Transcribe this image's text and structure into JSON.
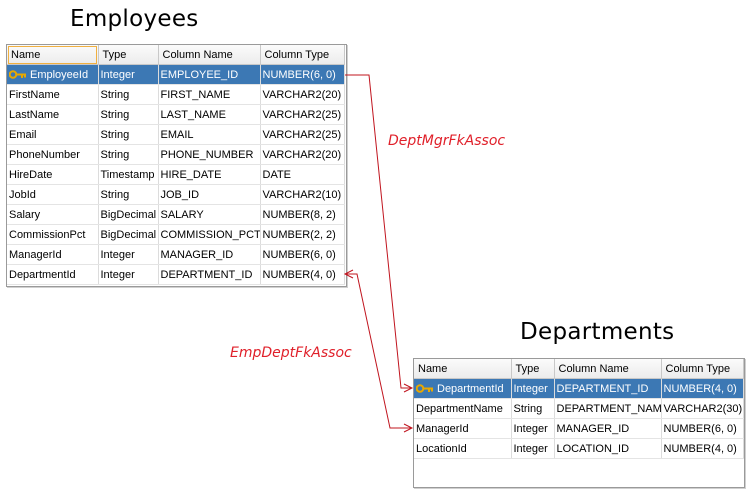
{
  "employees": {
    "title": "Employees",
    "headers": [
      "Name",
      "Type",
      "Column Name",
      "Column Type"
    ],
    "rows": [
      {
        "name": "EmployeeId",
        "type": "Integer",
        "column": "EMPLOYEE_ID",
        "coltype": "NUMBER(6, 0)",
        "key": true
      },
      {
        "name": "FirstName",
        "type": "String",
        "column": "FIRST_NAME",
        "coltype": "VARCHAR2(20)"
      },
      {
        "name": "LastName",
        "type": "String",
        "column": "LAST_NAME",
        "coltype": "VARCHAR2(25)"
      },
      {
        "name": "Email",
        "type": "String",
        "column": "EMAIL",
        "coltype": "VARCHAR2(25)"
      },
      {
        "name": "PhoneNumber",
        "type": "String",
        "column": "PHONE_NUMBER",
        "coltype": "VARCHAR2(20)"
      },
      {
        "name": "HireDate",
        "type": "Timestamp",
        "column": "HIRE_DATE",
        "coltype": "DATE"
      },
      {
        "name": "JobId",
        "type": "String",
        "column": "JOB_ID",
        "coltype": "VARCHAR2(10)"
      },
      {
        "name": "Salary",
        "type": "BigDecimal",
        "column": "SALARY",
        "coltype": "NUMBER(8, 2)"
      },
      {
        "name": "CommissionPct",
        "type": "BigDecimal",
        "column": "COMMISSION_PCT",
        "coltype": "NUMBER(2, 2)"
      },
      {
        "name": "ManagerId",
        "type": "Integer",
        "column": "MANAGER_ID",
        "coltype": "NUMBER(6, 0)"
      },
      {
        "name": "DepartmentId",
        "type": "Integer",
        "column": "DEPARTMENT_ID",
        "coltype": "NUMBER(4, 0)"
      }
    ]
  },
  "departments": {
    "title": "Departments",
    "headers": [
      "Name",
      "Type",
      "Column Name",
      "Column Type"
    ],
    "rows": [
      {
        "name": "DepartmentId",
        "type": "Integer",
        "column": "DEPARTMENT_ID",
        "coltype": "NUMBER(4, 0)",
        "key": true
      },
      {
        "name": "DepartmentName",
        "type": "String",
        "column": "DEPARTMENT_NAME",
        "coltype": "VARCHAR2(30)"
      },
      {
        "name": "ManagerId",
        "type": "Integer",
        "column": "MANAGER_ID",
        "coltype": "NUMBER(6, 0)"
      },
      {
        "name": "LocationId",
        "type": "Integer",
        "column": "LOCATION_ID",
        "coltype": "NUMBER(4, 0)"
      }
    ]
  },
  "associations": {
    "dept_mgr": "DeptMgrFkAssoc",
    "emp_dept": "EmpDeptFkAssoc"
  },
  "colors": {
    "connector": "#c0141e",
    "label": "#e0202a",
    "selected_row": "#3c78b4",
    "key_icon": "#e8a800"
  }
}
